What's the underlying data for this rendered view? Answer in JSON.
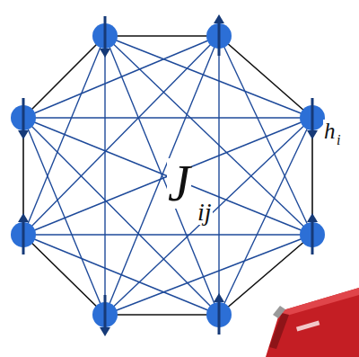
{
  "diagram": {
    "labels": [
      "J",
      "ij",
      "h",
      "i"
    ]
  }
}
